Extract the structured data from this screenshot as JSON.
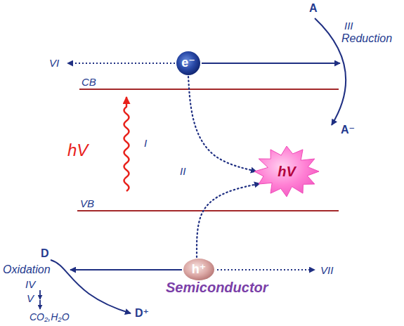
{
  "diagram": {
    "nodes": [
      {
        "text": [
          "Semiconductor"
        ]
      },
      {
        "text": [
          "e⁻"
        ],
        "in": 0
      },
      {
        "text": [
          "hV"
        ],
        "in": 0
      },
      {
        "text": [
          "h⁺"
        ],
        "in": 0
      }
    ],
    "edges": [
      {
        "from": 1,
        "to": 2,
        "arrow": "to"
      },
      {
        "from": 3,
        "to": 2,
        "arrow": "to"
      }
    ],
    "labels": [
      "VI",
      "CB",
      "III",
      "Reduction",
      "A",
      "A⁻",
      "hV",
      "I",
      "II",
      "VB",
      "D",
      "Oxidation",
      "IV",
      "V",
      "CO₂,H₂O",
      "D⁺",
      "VII"
    ]
  }
}
